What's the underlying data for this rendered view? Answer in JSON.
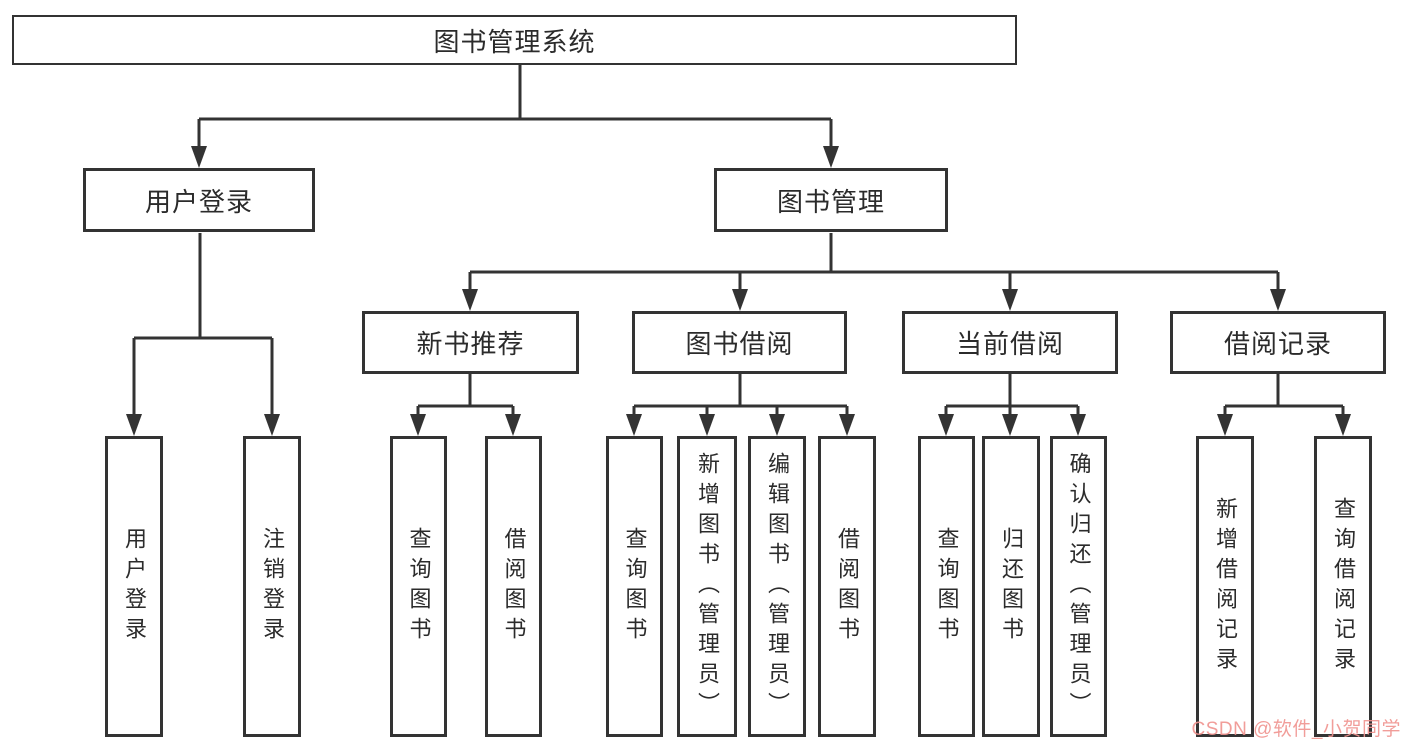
{
  "colors": {
    "line": "#333333",
    "text": "#2b2b2b",
    "background": "#ffffff",
    "watermark": "#f0938f"
  },
  "watermark": "CSDN @软件_小贺同学",
  "nodes": {
    "root": "图书管理系统",
    "level2": {
      "user_login": "用户登录",
      "book_manage": "图书管理"
    },
    "user_login_children": {
      "login": "用户登录",
      "logout": "注销登录"
    },
    "level3": {
      "new_book_rec": "新书推荐",
      "book_borrow": "图书借阅",
      "current_borrow": "当前借阅",
      "borrow_record": "借阅记录"
    },
    "new_book_rec_children": {
      "query": "查询图书",
      "borrow": "借阅图书"
    },
    "book_borrow_children": {
      "query": "查询图书",
      "add": "新增图书（管理员）",
      "edit": "编辑图书（管理员）",
      "borrow": "借阅图书"
    },
    "current_borrow_children": {
      "query": "查询图书",
      "return": "归还图书",
      "confirm": "确认归还（管理员）"
    },
    "borrow_record_children": {
      "add": "新增借阅记录",
      "query": "查询借阅记录"
    }
  }
}
